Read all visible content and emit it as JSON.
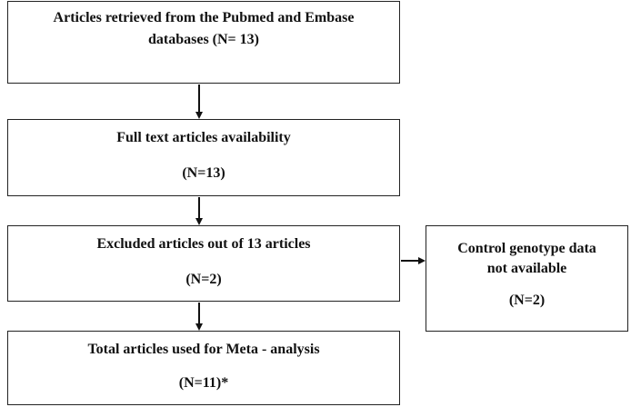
{
  "boxes": {
    "retrieved": {
      "line1": "Articles retrieved from the Pubmed and Embase",
      "line2": "databases (N= 13)"
    },
    "full_text": {
      "line1": "Full text articles availability",
      "line2": "(N=13)"
    },
    "excluded": {
      "line1": "Excluded articles out of 13 articles",
      "line2": "(N=2)"
    },
    "control": {
      "line1": "Control genotype data",
      "line2": "not available",
      "line3": "(N=2)"
    },
    "total": {
      "line1": "Total articles used for Meta - analysis",
      "line2": "(N=11)*"
    }
  }
}
